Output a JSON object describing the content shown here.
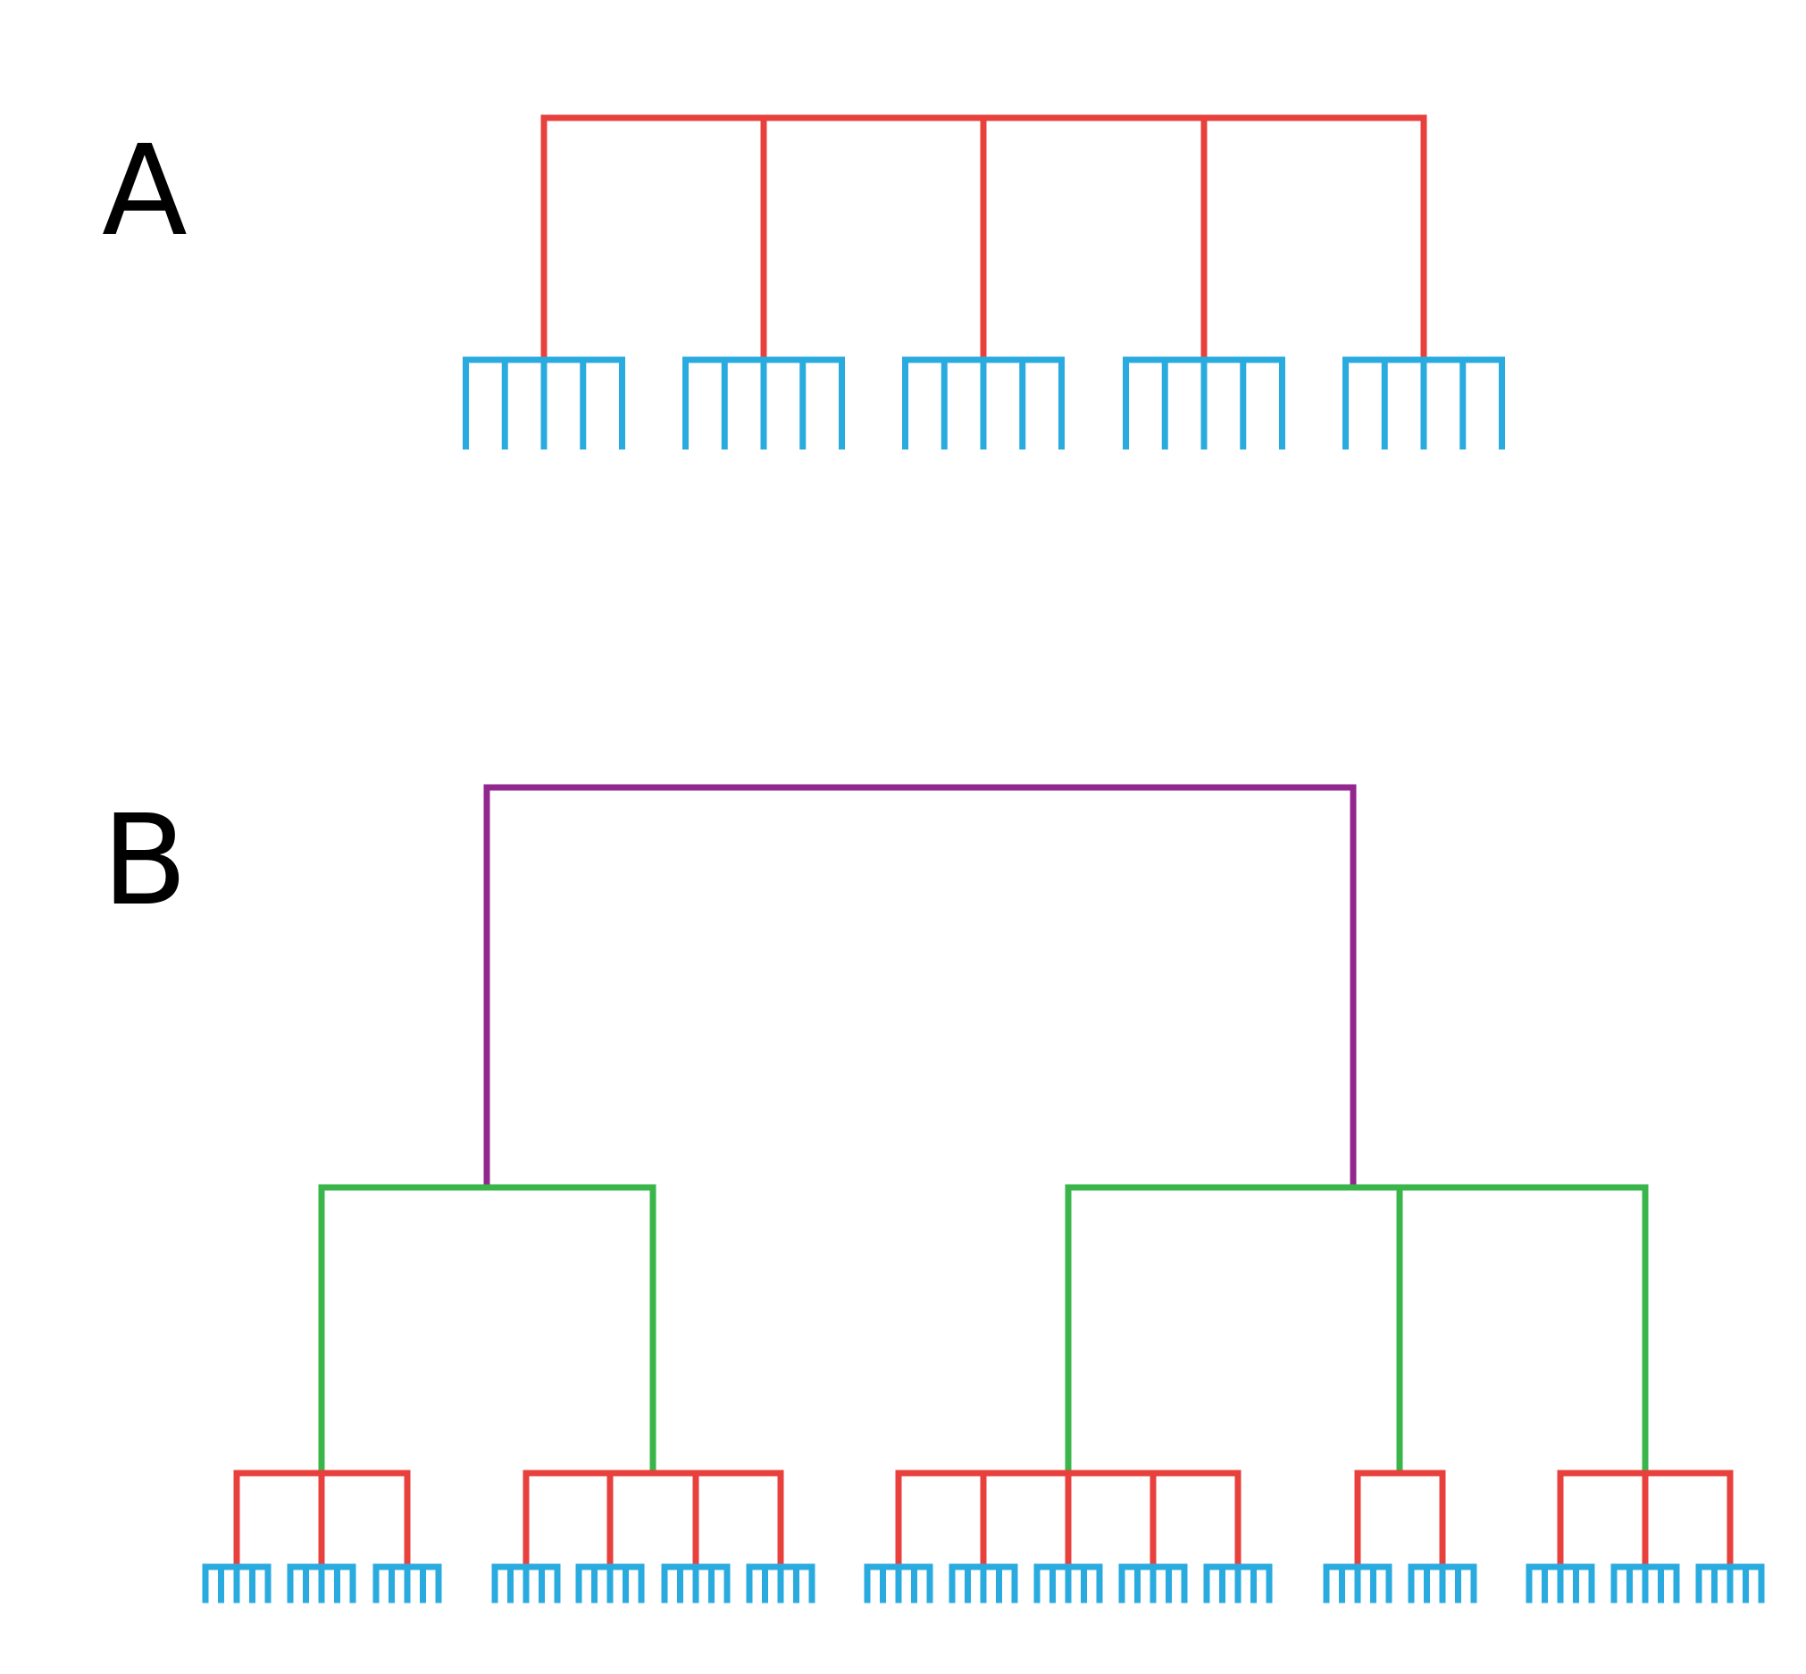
{
  "panels": {
    "a": {
      "label": "A",
      "tree": [
        5,
        5,
        5,
        5,
        5
      ],
      "level_colors": [
        "#E8403C",
        "#2AABDF"
      ]
    },
    "b": {
      "label": "B",
      "tree": [
        [
          [
            5,
            5,
            5
          ],
          [
            5,
            5,
            5,
            5
          ]
        ],
        [
          [
            5,
            5,
            5,
            5,
            5
          ],
          [
            5,
            5
          ],
          [
            5,
            5,
            5
          ]
        ]
      ],
      "level_colors": [
        "#92278F",
        "#3AB54A",
        "#E8403C",
        "#2AABDF"
      ]
    }
  }
}
